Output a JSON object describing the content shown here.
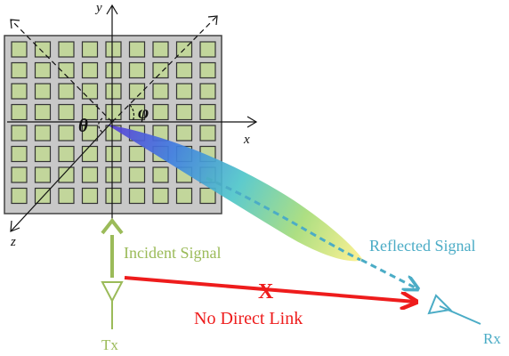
{
  "axes": {
    "x": "x",
    "y": "y",
    "z": "z"
  },
  "angles": {
    "theta": "θ",
    "phi": "φ"
  },
  "labels": {
    "incident": "Incident Signal",
    "reflected": "Reflected Signal",
    "no_link": "No Direct Link",
    "blocked_mark": "X",
    "tx": "Tx",
    "rx": "Rx"
  },
  "surface": {
    "rows": 8,
    "cols": 9
  },
  "colors": {
    "incident": "#9bbb59",
    "reflected": "#4bacc6",
    "no_link": "#ee1c1c",
    "panel": "#c8c8c8",
    "element": "#c2d69b"
  }
}
